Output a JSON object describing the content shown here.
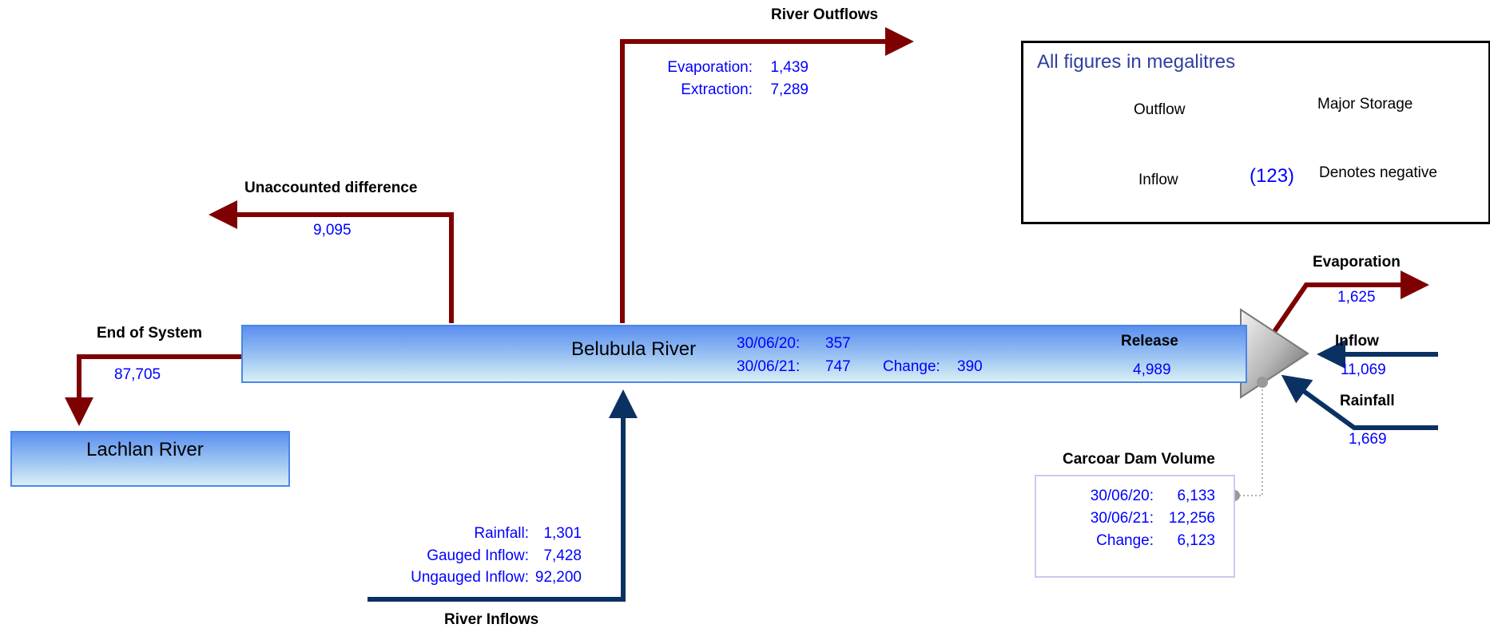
{
  "legend": {
    "title": "All figures in megalitres",
    "outflow_label": "Outflow",
    "inflow_label": "Inflow",
    "storage_label": "Major Storage",
    "negative_example": "(123)",
    "negative_label": "Denotes negative",
    "colors": {
      "outflow": "#7f0000",
      "inflow": "#0b3163"
    }
  },
  "river": {
    "name": "Belubula River",
    "date1": "30/06/20:",
    "value1": "357",
    "date2": "30/06/21:",
    "value2": "747",
    "change_label": "Change:",
    "change_value": "390"
  },
  "downstream": {
    "name": "Lachlan River"
  },
  "end_of_system": {
    "label": "End of System",
    "value": "87,705"
  },
  "unaccounted": {
    "label": "Unaccounted difference",
    "value": "9,095"
  },
  "river_outflows": {
    "label": "River Outflows",
    "items": [
      {
        "label": "Evaporation:",
        "value": "1,439"
      },
      {
        "label": "Extraction:",
        "value": "7,289"
      }
    ]
  },
  "river_inflows": {
    "label": "River Inflows",
    "items": [
      {
        "label": "Rainfall:",
        "value": "1,301"
      },
      {
        "label": "Gauged Inflow:",
        "value": "7,428"
      },
      {
        "label": "Ungauged Inflow:",
        "value": "92,200"
      }
    ]
  },
  "storage": {
    "release_label": "Release",
    "release_value": "4,989",
    "evaporation_label": "Evaporation",
    "evaporation_value": "1,625",
    "inflow_label": "Inflow",
    "inflow_value": "11,069",
    "rainfall_label": "Rainfall",
    "rainfall_value": "1,669"
  },
  "dam": {
    "title": "Carcoar Dam Volume",
    "rows": [
      {
        "label": "30/06/20:",
        "value": "6,133"
      },
      {
        "label": "30/06/21:",
        "value": "12,256"
      },
      {
        "label": "Change:",
        "value": "6,123"
      }
    ]
  }
}
